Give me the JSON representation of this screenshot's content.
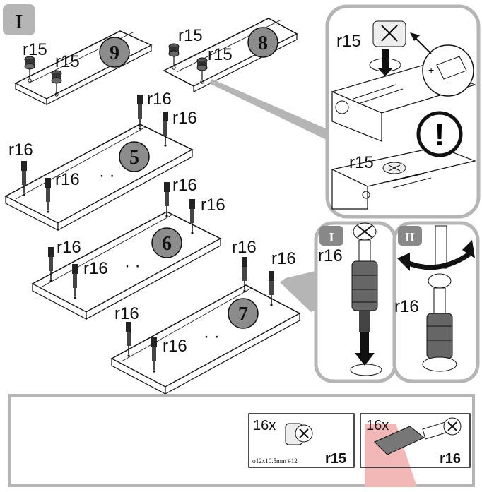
{
  "step_number": "I",
  "panels": [
    {
      "number": "9",
      "fitting_labels": [
        "r15",
        "r15"
      ]
    },
    {
      "number": "8",
      "fitting_labels": [
        "r15",
        "r15"
      ]
    },
    {
      "number": "5",
      "fitting_labels": [
        "r16",
        "r16",
        "r16",
        "r16"
      ]
    },
    {
      "number": "6",
      "fitting_labels": [
        "r16",
        "r16",
        "r16",
        "r16"
      ]
    },
    {
      "number": "7",
      "fitting_labels": [
        "r16",
        "r16",
        "r16",
        "r16"
      ]
    }
  ],
  "detail_cam": {
    "label_top": "r15",
    "label_bottom": "r15",
    "warning_symbol": "!"
  },
  "detail_dowel": {
    "substep_1": "I",
    "substep_2": "II",
    "label_1": "r16",
    "label_2": "r16"
  },
  "parts_list": [
    {
      "qty": "16x",
      "code": "r15",
      "spec": "ϕ12x10.5mm #12"
    },
    {
      "qty": "16x",
      "code": "r16",
      "spec": ""
    }
  ],
  "colors": {
    "panel_number_fill": "#8c8c8c",
    "frame_gray": "#b5b5b5",
    "highlight": "#f2b8b8"
  }
}
